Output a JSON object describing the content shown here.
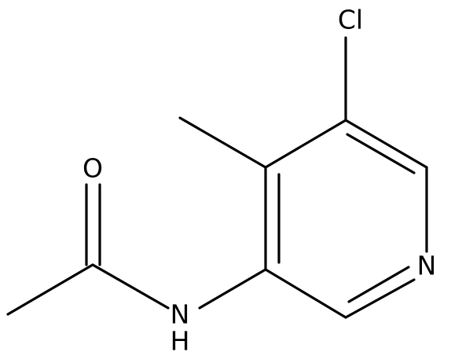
{
  "molecule": {
    "atoms": {
      "chlorine": "Cl",
      "ring_nitrogen": "N",
      "amide_nitrogen": "N",
      "amide_hydrogen": "H",
      "carbonyl_oxygen": "O"
    }
  }
}
